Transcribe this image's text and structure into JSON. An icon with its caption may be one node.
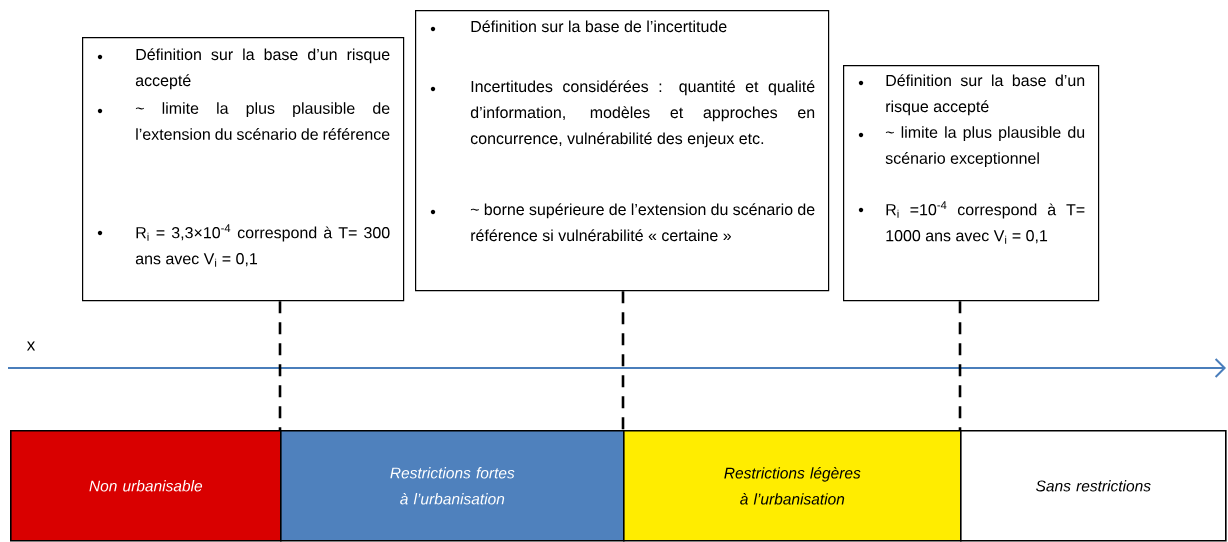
{
  "diagram": {
    "nodes": [
      {
        "text": [
          "Définition sur la base d’un risque accepté",
          "~ limite  la plus plausible de l’extension du scénario de référence",
          "R$_{i}$ = 3,3×10$^{-4}$ correspond à T= 300 ans avec V$_{i}$ = 0,1"
        ]
      },
      {
        "text": [
          "Définition sur la base de l’incertitude",
          "Incertitudes considérées : quantité et qualité d’information, modèles et approches en concurrence, vulnérabilité des enjeux etc.",
          "~ borne supérieure de l’extension du scénario de référence si vulnérabilité « certaine »"
        ]
      },
      {
        "text": [
          "Définition sur la base d’un risque accepté",
          "~ limite  la plus plausible du scénario exceptionnel",
          "R$_{i}$ =10$^{-4}$ correspond à T= 1000 ans avec V$_{i}$ = 0,1"
        ]
      },
      {
        "text": [
          "Non urbanisable"
        ]
      },
      {
        "text": [
          "Restrictions fortes à l’urbanisation"
        ]
      },
      {
        "text": [
          "Restrictions légères à l’urbanisation"
        ]
      },
      {
        "text": [
          "Sans restrictions"
        ]
      }
    ],
    "edges": [
      {
        "from": 0,
        "to": 3,
        "arrow": "none",
        "style": "dashed"
      },
      {
        "from": 1,
        "to": 5,
        "arrow": "none",
        "style": "dashed"
      },
      {
        "from": 2,
        "to": 6,
        "arrow": "none",
        "style": "dashed"
      }
    ],
    "labels": [
      "x"
    ]
  }
}
